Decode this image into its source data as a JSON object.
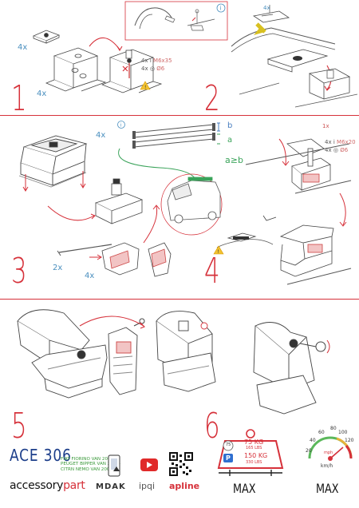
{
  "steps": {
    "s1": "1",
    "s2": "2",
    "s3": "3",
    "s4": "4",
    "s5": "5",
    "s6": "6"
  },
  "step1": {
    "qty_plate": "4x",
    "qty_foot": "4x",
    "spec_screw": "M6x35",
    "spec_washer": "Ø6",
    "qty_screw": "4x",
    "qty_washer": "4x"
  },
  "step2": {
    "qty": "4x"
  },
  "step3": {
    "qty_feet": "4x",
    "bar_label_b": "b",
    "bar_label_a": "a",
    "formula": "a≥b",
    "qty_bars": "2x",
    "qty_bolts": "4x"
  },
  "step4": {
    "qty_1x": "1x",
    "qty_screw": "4x",
    "spec_screw": "M6x20",
    "qty_washer": "4x",
    "spec_washer": "Ø6"
  },
  "product": {
    "model": "ACE 306",
    "vehicles": [
      "FIAT FIORINO VAN 2008-",
      "PEUGET BIPPER VAN 2008-",
      "CITRN NEMO VAN 2008-"
    ],
    "brand_accessory": "accessory",
    "brand_part": "part"
  },
  "logos": {
    "mdak": "MDAK",
    "ipqi": "ipqi",
    "apline": "apline"
  },
  "load": {
    "dynamic_kg": "75 KG",
    "dynamic_lbs": "165 LBS",
    "static_kg": "150 KG",
    "static_lbs": "330 LBS",
    "dynamic_badge": "75",
    "static_badge": "P",
    "max_label": "MAX"
  },
  "speed": {
    "ticks": [
      "20",
      "40",
      "60",
      "80",
      "100",
      "120"
    ],
    "unit_kmh": "km/h",
    "unit_mph": "mph",
    "max_label": "MAX"
  },
  "colors": {
    "accent_red": "#d6313a",
    "accent_blue": "#4a8fbf",
    "vehicle_green": "#3b9a3b",
    "title_blue": "#1c3e8a"
  }
}
